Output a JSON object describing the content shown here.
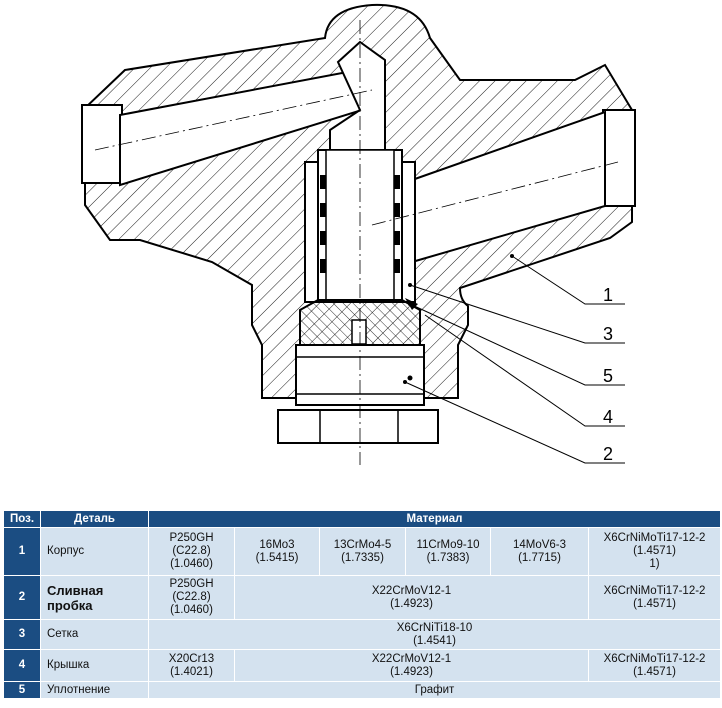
{
  "callouts": [
    "1",
    "3",
    "5",
    "4",
    "2"
  ],
  "table": {
    "headers": {
      "pos": "Поз.",
      "part": "Деталь",
      "material": "Материал"
    },
    "rows": [
      {
        "pos": "1",
        "part": "Корпус",
        "materials": [
          "P250GH\n(C22.8)\n(1.0460)",
          "16Mo3\n(1.5415)",
          "13CrMo4-5\n(1.7335)",
          "11CrMo9-10\n(1.7383)",
          "14MoV6-3\n(1.7715)",
          "X6CrNiMoTi17-12-2\n(1.4571)\n1)"
        ]
      },
      {
        "pos": "2",
        "part": "Сливная\nпробка",
        "materials": [
          "P250GH\n(C22.8)\n(1.0460)",
          "X22CrMoV12-1\n(1.4923)",
          "X6CrNiMoTi17-12-2\n(1.4571)"
        ]
      },
      {
        "pos": "3",
        "part": "Сетка",
        "materials": [
          "X6CrNiTi18-10\n(1.4541)"
        ]
      },
      {
        "pos": "4",
        "part": "Крышка",
        "materials": [
          "X20Cr13\n(1.4021)",
          "X22CrMoV12-1\n(1.4923)",
          "X6CrNiMoTi17-12-2\n(1.4571)"
        ]
      },
      {
        "pos": "5",
        "part": "Уплотнение",
        "materials": [
          "Графит"
        ]
      }
    ]
  }
}
